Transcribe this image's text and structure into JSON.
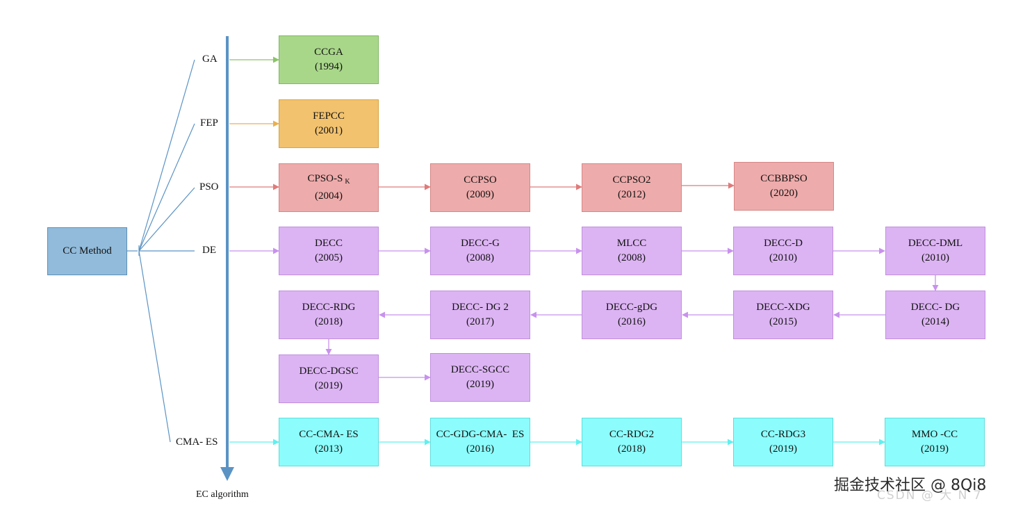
{
  "root": {
    "label": "CC Method"
  },
  "axis": {
    "label": "EC algorithm"
  },
  "colors": {
    "axis": "#5b93c4",
    "tree": "#5b93c4",
    "green": "#8bc36a",
    "orange": "#e9b050",
    "red": "#e07a7a",
    "purple": "#c891ee",
    "cyan": "#5ff0f0"
  },
  "branches": [
    {
      "label": "GA"
    },
    {
      "label": "FEP"
    },
    {
      "label": "PSO"
    },
    {
      "label": "DE"
    },
    {
      "label": "CMA- ES"
    }
  ],
  "nodes": [
    {
      "name": "CCGA",
      "year": "(1994)"
    },
    {
      "name": "FEPCC",
      "year": "(2001)"
    },
    {
      "name": "CPSO-S",
      "sub": "K",
      "year": "(2004)"
    },
    {
      "name": "CCPSO",
      "year": "(2009)"
    },
    {
      "name": "CCPSO2",
      "year": "(2012)"
    },
    {
      "name": "CCBBPSO",
      "year": "(2020)"
    },
    {
      "name": "DECC",
      "year": "(2005)"
    },
    {
      "name": "DECC-G",
      "year": "(2008)"
    },
    {
      "name": "MLCC",
      "year": "(2008)"
    },
    {
      "name": "DECC-D",
      "year": "(2010)"
    },
    {
      "name": "DECC-DML",
      "year": "(2010)"
    },
    {
      "name": "DECC- DG",
      "year": "(2014)"
    },
    {
      "name": "DECC-XDG",
      "year": "(2015)"
    },
    {
      "name": "DECC-gDG",
      "year": "(2016)"
    },
    {
      "name": "DECC- DG 2",
      "year": "(2017)"
    },
    {
      "name": "DECC-RDG",
      "year": "(2018)"
    },
    {
      "name": "DECC-DGSC",
      "year": "(2019)"
    },
    {
      "name": "DECC-SGCC",
      "year": "(2019)"
    },
    {
      "name": "CC-CMA- ES",
      "year": "(2013)"
    },
    {
      "name": "CC-GDG-CMA-  ES",
      "year": "(2016)"
    },
    {
      "name": "CC-RDG2",
      "year": "(2018)"
    },
    {
      "name": "CC-RDG3",
      "year": "(2019)"
    },
    {
      "name": "MMO -CC",
      "year": "(2019)"
    }
  ],
  "watermark": {
    "text": "掘金技术社区 @ 8Qi8",
    "ghost": "CSDN @ 大 N 7"
  }
}
